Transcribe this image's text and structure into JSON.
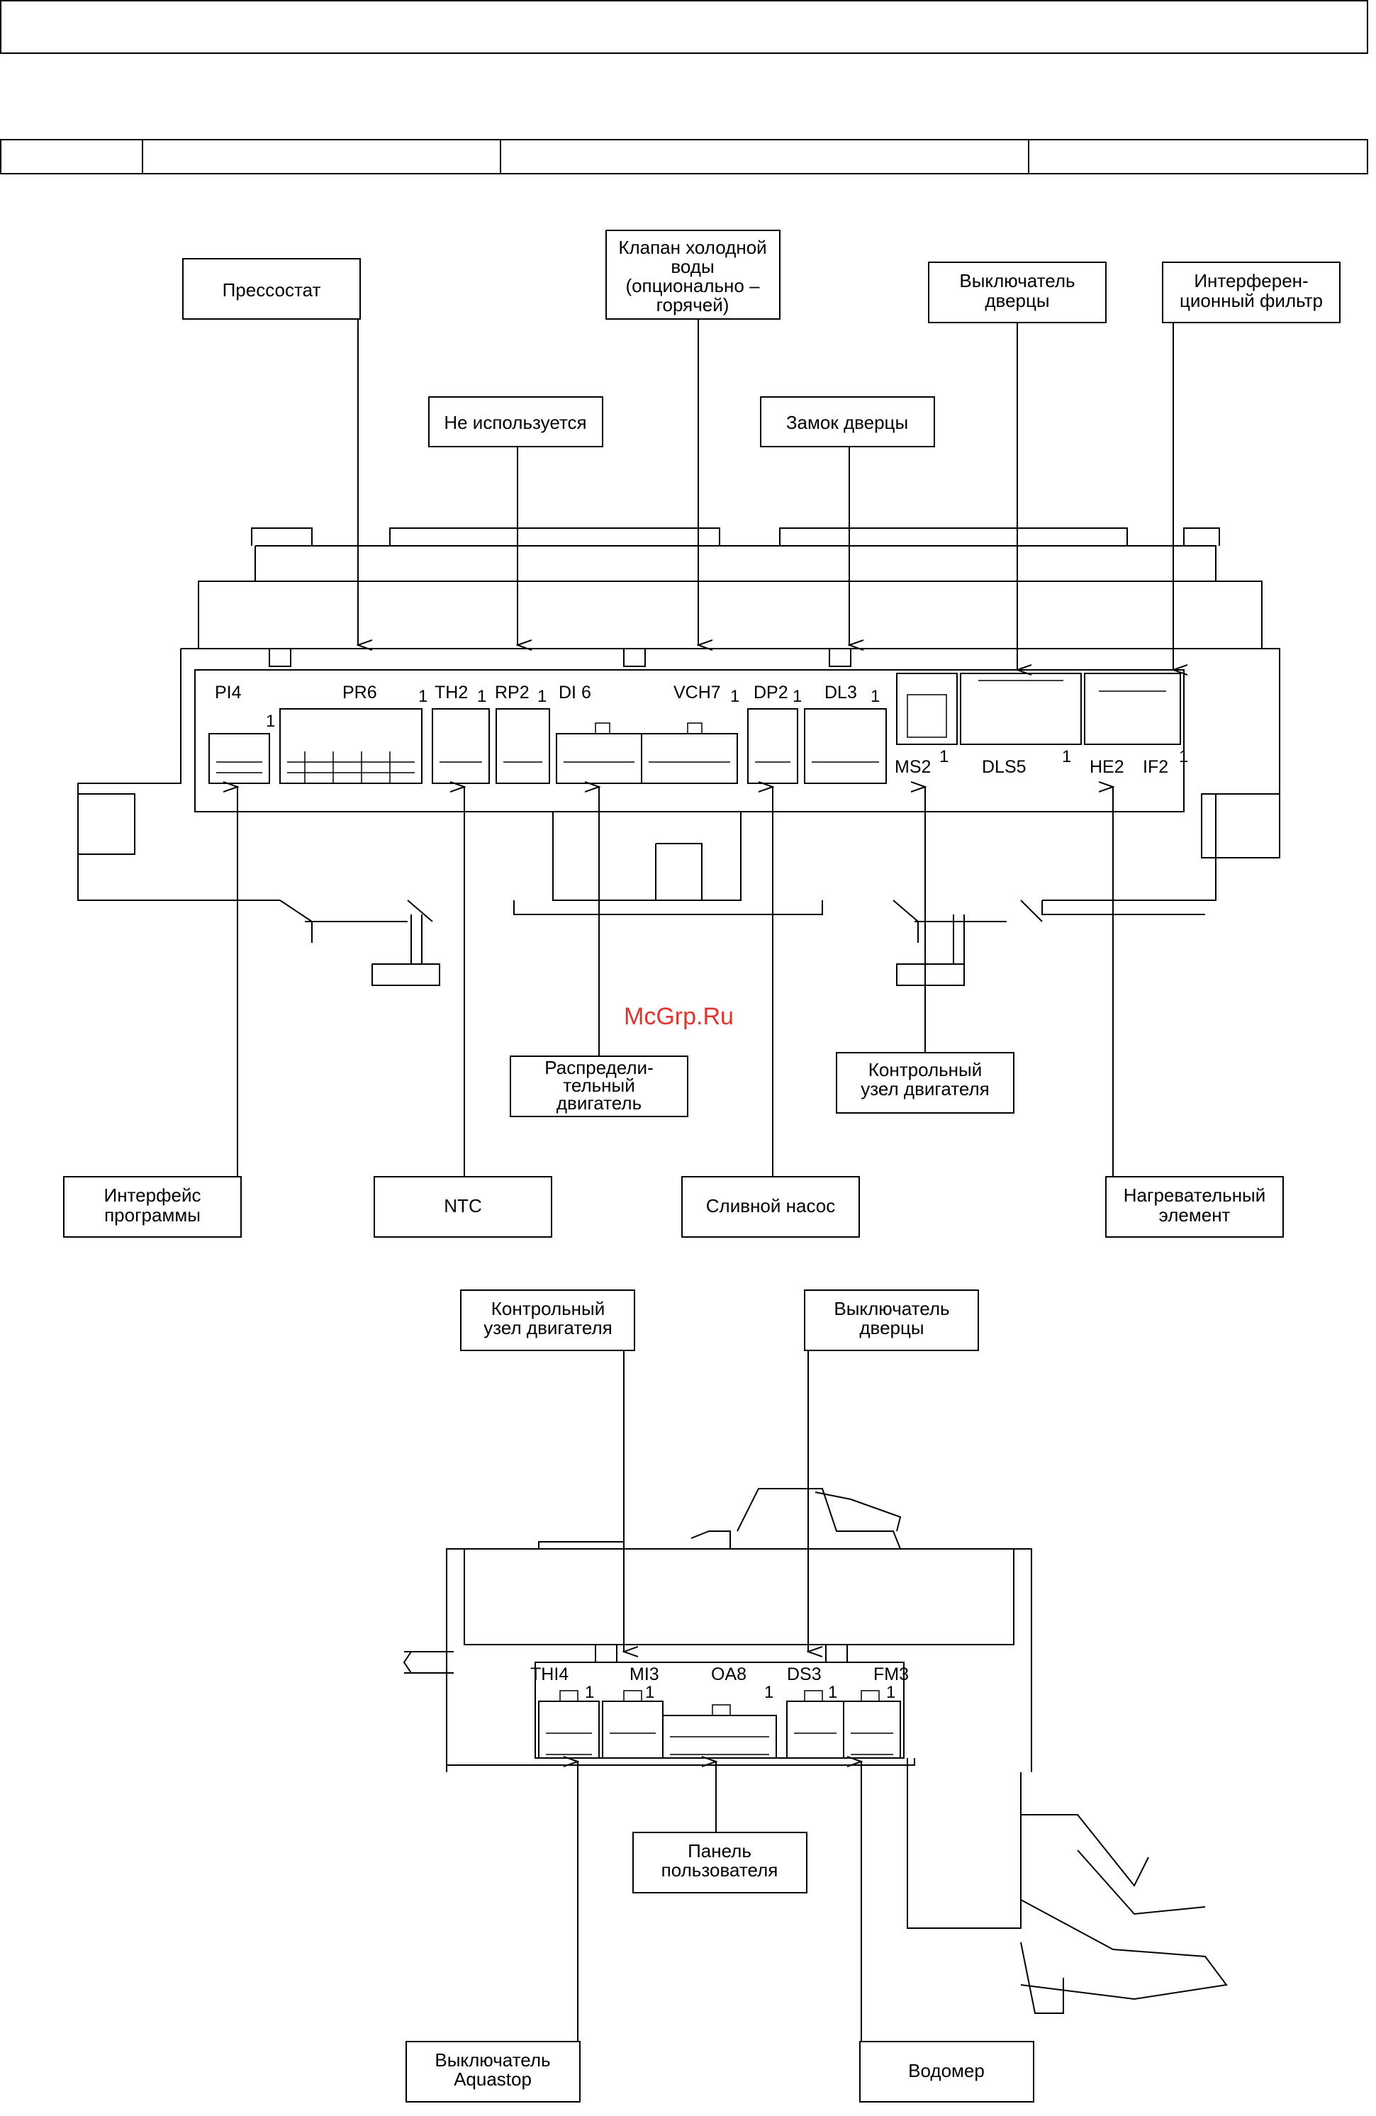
{
  "watermark": "McGrp.Ru",
  "top_diagram": {
    "callouts_top": {
      "pressostat": "Прессостат",
      "not_used": "Не используется",
      "cold_valve_1": "Клапан холодной",
      "cold_valve_2": "воды",
      "cold_valve_3": "(опционально –",
      "cold_valve_4": "горячей)",
      "door_lock": "Замок дверцы",
      "door_switch_1": "Выключатель",
      "door_switch_2": "дверцы",
      "filter_1": "Интерферен-",
      "filter_2": "ционный фильтр"
    },
    "callouts_bottom": {
      "program_interface_1": "Интерфейс",
      "program_interface_2": "программы",
      "ntc": "NTC",
      "distributor_1": "Распредели-",
      "distributor_2": "тельный",
      "distributor_3": "двигатель",
      "drain_pump": "Сливной насос",
      "motor_control_1": "Контрольный",
      "motor_control_2": "узел двигателя",
      "heater_1": "Нагревательный",
      "heater_2": "элемент"
    },
    "connectors": {
      "pi4": "PI4",
      "pr6": "PR6",
      "th2": "TH2",
      "rp2": "RP2",
      "di6": "DI 6",
      "vch7": "VCH7",
      "dp2": "DP2",
      "dl3": "DL3",
      "ms2": "MS2",
      "dls5": "DLS5",
      "he2": "HE2",
      "if2": "IF2",
      "pin_one": "1"
    }
  },
  "bottom_diagram": {
    "callouts_top": {
      "motor_control_1": "Контрольный",
      "motor_control_2": "узел двигателя",
      "door_switch_1": "Выключатель",
      "door_switch_2": "дверцы"
    },
    "callouts_bottom": {
      "user_panel_1": "Панель",
      "user_panel_2": "пользователя",
      "aquastop_1": "Выключатель",
      "aquastop_2": "Aquastop",
      "water_meter": "Водомер"
    },
    "connectors": {
      "thi4": "THI4",
      "mi3": "MI3",
      "oa8": "OA8",
      "ds3": "DS3",
      "fm3": "FM3",
      "pin_one": "1"
    }
  }
}
